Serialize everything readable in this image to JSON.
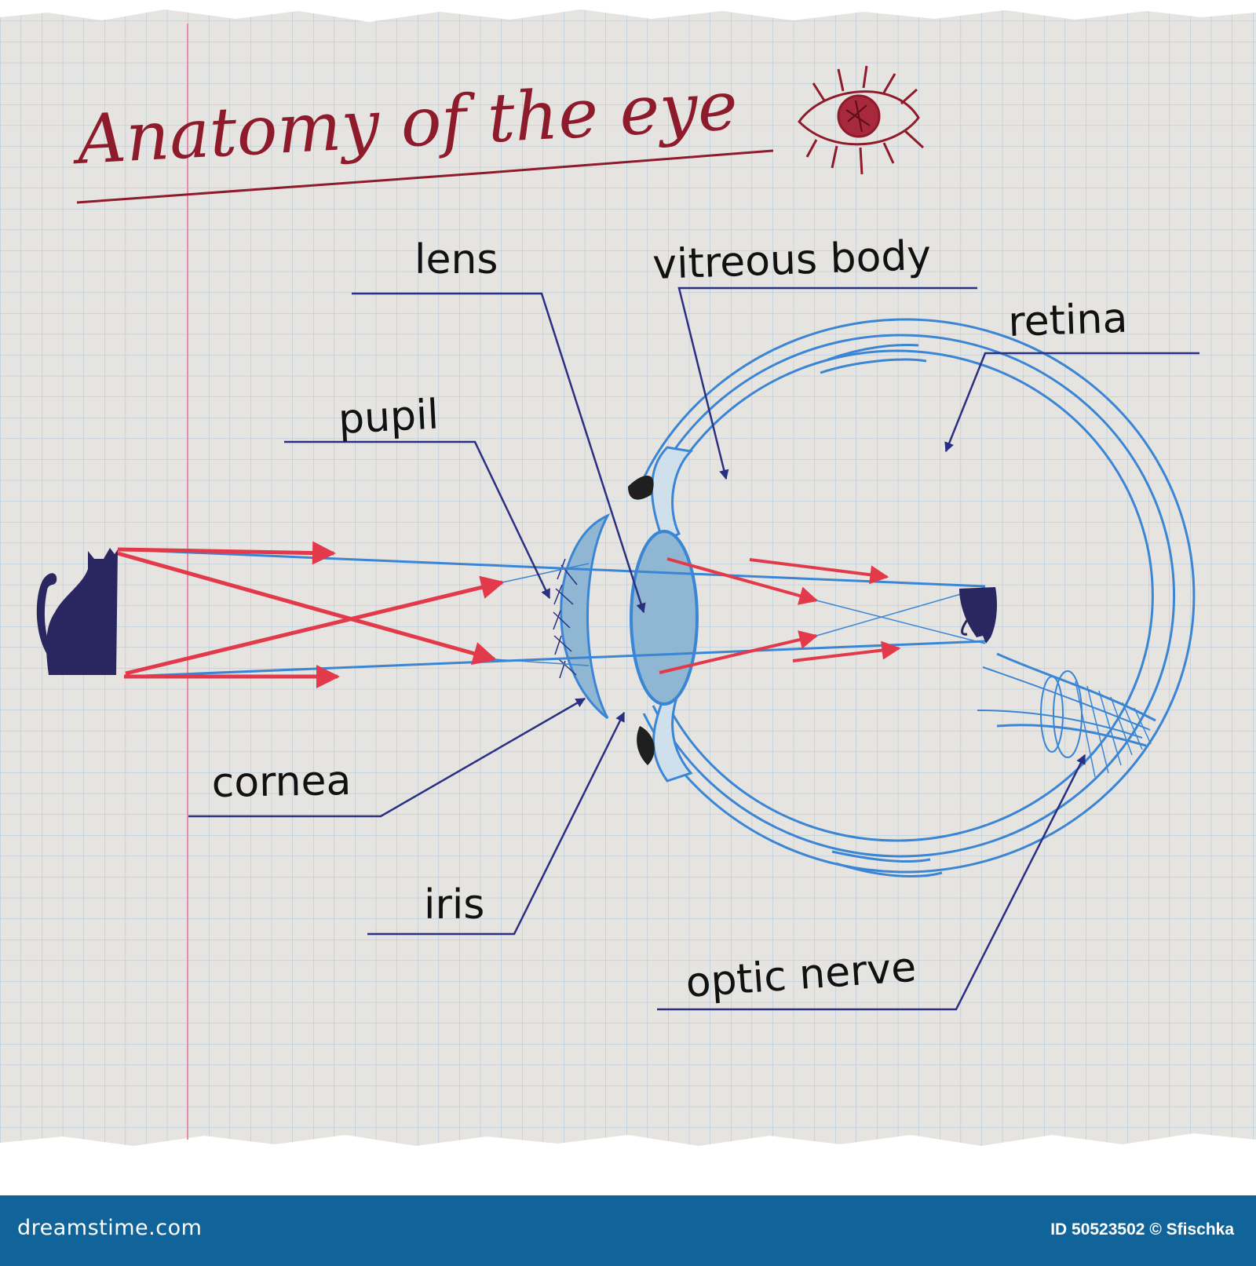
{
  "title": "Anatomy of the eye",
  "labels": {
    "lens": "lens",
    "vitreous_body": "vitreous body",
    "retina": "retina",
    "pupil": "pupil",
    "cornea": "cornea",
    "iris": "iris",
    "optic_nerve": "optic nerve"
  },
  "footer": {
    "site": "dreamstime.com",
    "id": "ID 50523502",
    "author": "© Sfischka"
  },
  "colors": {
    "paper": "#e6e4e0",
    "grid": "#a9c3d8",
    "margin_line": "#e58ab0",
    "title": "#8e1b2b",
    "eye_outline": "#3b86d4",
    "lens_fill": "#8fb6d2",
    "light_ray": "#e23a4a",
    "pointer": "#2a2f82",
    "cat": "#2a2660",
    "footer_bar": "#10649a"
  },
  "icons": [
    "eye-doodle-icon",
    "cat-icon",
    "inverted-cat-image-icon"
  ]
}
